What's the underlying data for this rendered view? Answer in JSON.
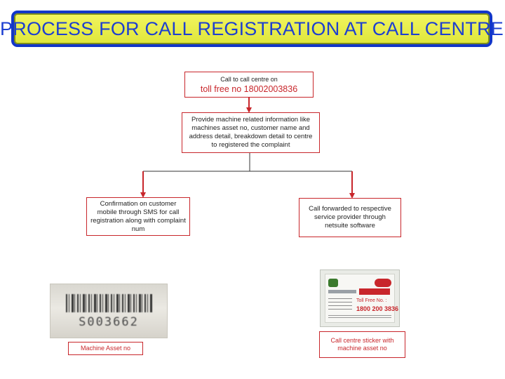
{
  "title": "PROCESS FOR CALL REGISTRATION AT CALL CENTRE",
  "steps": {
    "call_centre": {
      "line1": "Call to call centre on",
      "line2": "toll free no 18002003836"
    },
    "provide_info": "Provide machine related information like machines asset no, customer name and address detail, breakdown detail to centre to registered the complaint",
    "sms_confirmation": "Confirmation on customer mobile through SMS for call registration along with complaint num",
    "forward_call": "Call forwarded to respective service provider through netsuite software"
  },
  "images": {
    "barcode_label": {
      "asset_code": "S003662",
      "caption": "Machine Asset no"
    },
    "sticker": {
      "toll_free_text": "Toll Free No. :",
      "toll_free_number": "1800 200 3836",
      "caption": "Call centre sticker with machine asset no"
    }
  },
  "colors": {
    "title_text": "#1d3fd1",
    "title_border": "#1236c8",
    "title_fill": "#e8ee4a",
    "box_border": "#c8262b",
    "arrow": "#c8262b",
    "connector": "#333333"
  }
}
